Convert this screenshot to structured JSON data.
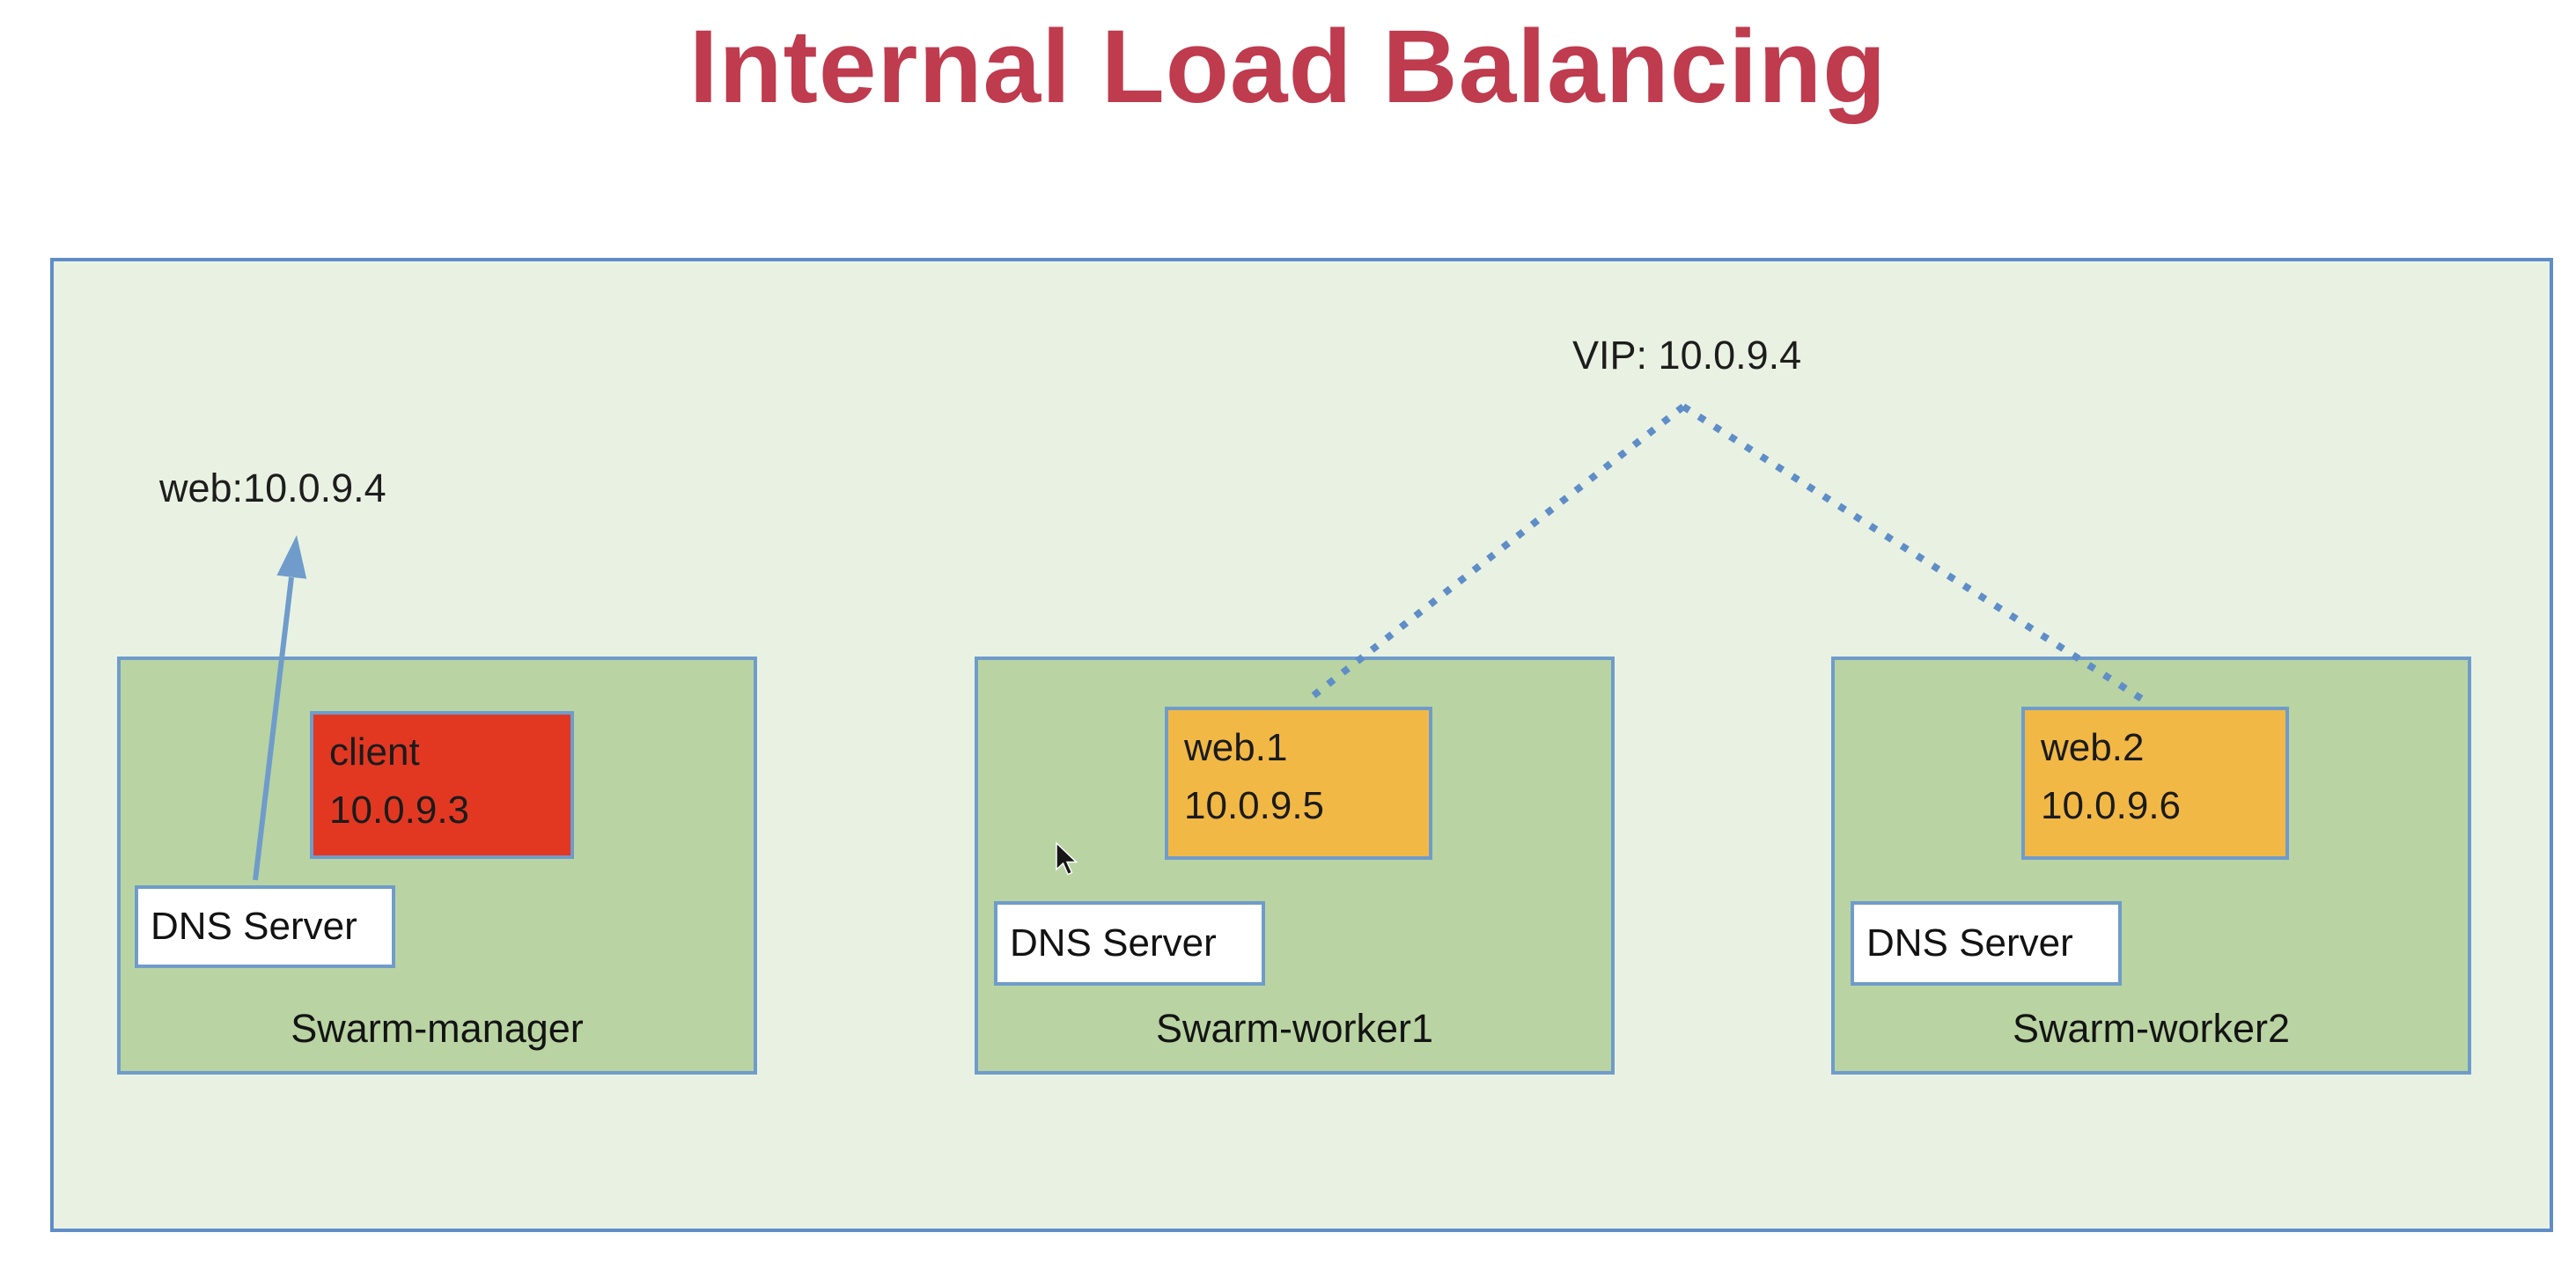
{
  "title": "Internal Load Balancing",
  "labels": {
    "vip": "VIP: 10.0.9.4",
    "web_lookup": "web:10.0.9.4"
  },
  "nodes": [
    {
      "name": "Swarm-manager",
      "service": {
        "line1": "client",
        "line2": "10.0.9.3"
      },
      "dns": "DNS Server"
    },
    {
      "name": "Swarm-worker1",
      "service": {
        "line1": "web.1",
        "line2": "10.0.9.5"
      },
      "dns": "DNS Server"
    },
    {
      "name": "Swarm-worker2",
      "service": {
        "line1": "web.2",
        "line2": "10.0.9.6"
      },
      "dns": "DNS Server"
    }
  ],
  "colors": {
    "title_red": "#bf3b4e",
    "overlay_bg": "#e9f2e2",
    "node_green": "#b9d4a2",
    "border_blue": "#6f9ccb",
    "outer_border_blue": "#5f8dc8",
    "client_red": "#e23822",
    "web_orange": "#f2b845",
    "dns_white": "#ffffff"
  }
}
